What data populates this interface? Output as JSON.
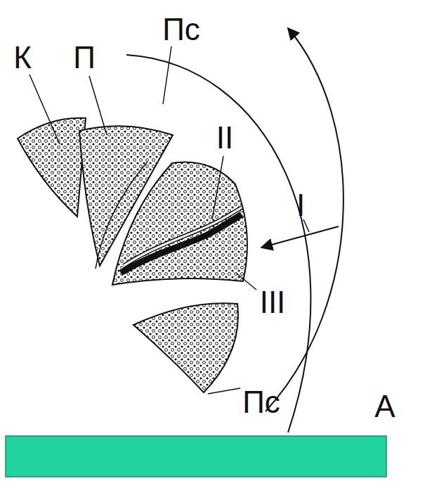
{
  "diagram": {
    "labels": [
      "К",
      "П",
      "Пс",
      "II",
      "I",
      "III",
      "Пс",
      "А"
    ]
  }
}
